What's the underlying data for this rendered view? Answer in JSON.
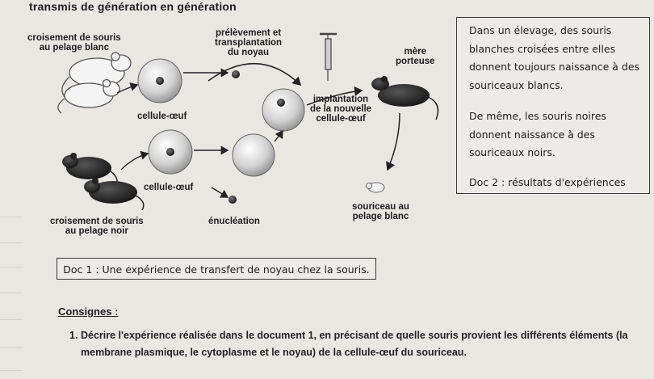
{
  "page": {
    "title": "transmis de génération en génération"
  },
  "diagram": {
    "labels": {
      "white_cross": "croisement de souris\nau pelage blanc",
      "extraction": "prélèvement et\ntransplantation\ndu noyau",
      "surrogate": "mère\nporteuse",
      "egg_white": "cellule-œuf",
      "implantation": "implantation\nde la nouvelle\ncellule-œuf",
      "egg_black": "cellule-œuf",
      "enucleation": "énucléation",
      "offspring": "souriceau au\npelage blanc",
      "black_cross": "croisement de souris\nau pelage noir"
    }
  },
  "side_box": {
    "paragraph_1": "Dans un élevage, des souris blanches croisées entre elles donnent toujours naissance à des souriceaux blancs.",
    "paragraph_2": "De même, les souris noires donnent naissance à des souriceaux noirs.",
    "doc_label": "Doc 2 : résultats d'expériences"
  },
  "caption": {
    "doc1": "Doc 1 : Une expérience de transfert de noyau chez la souris."
  },
  "consignes": {
    "heading": "Consignes :",
    "q1_number": "1.",
    "q1_text": "Décrire l'expérience réalisée dans le document 1, en précisant de quelle souris provient les différents éléments (la membrane plasmique, le cytoplasme et le noyau) de la cellule-œuf du souriceau."
  }
}
